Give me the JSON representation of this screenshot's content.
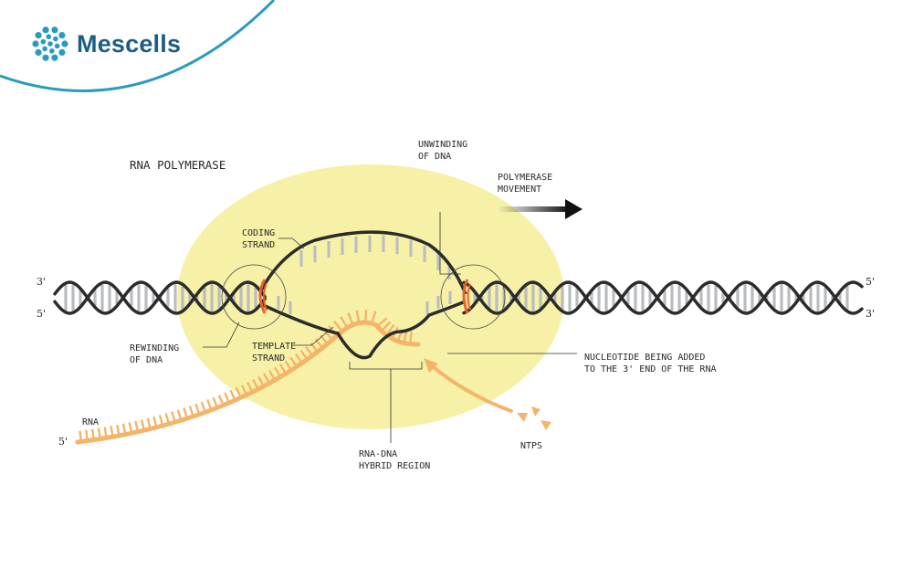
{
  "brand": {
    "name": "Mescells",
    "color": "#1c5d86"
  },
  "diagram": {
    "title": "RNA POLYMERASE",
    "labels": {
      "unwinding_line1": "UNWINDING",
      "unwinding_line2": "OF DNA",
      "polymerase_movement_line1": "POLYMERASE",
      "polymerase_movement_line2": "MOVEMENT",
      "coding_strand_line1": "CODING",
      "coding_strand_line2": "STRAND",
      "template_strand_line1": "TEMPLATE",
      "template_strand_line2": "STRAND",
      "rewinding_line1": "REWINDING",
      "rewinding_line2": "OF DNA",
      "nucleotide_line1": "NUCLEOTIDE BEING ADDED",
      "nucleotide_line2": "TO THE 3' END OF THE RNA",
      "hybrid_line1": "RNA-DNA",
      "hybrid_line2": "HYBRID REGION",
      "rna": "RNA",
      "ntps": "NTPS"
    },
    "strand_ends": {
      "left_top": "3'",
      "left_bottom": "5'",
      "right_top": "5'",
      "right_bottom": "3'",
      "rna_start": "5'"
    },
    "colors": {
      "polymerase": "#f6f1a6",
      "dna_backbone": "#2b2b2b",
      "base_pairs": "#b9bcc0",
      "rna": "#f4b46a",
      "ring": "#e8622a",
      "brand_teal": "#2a9bbd"
    }
  }
}
